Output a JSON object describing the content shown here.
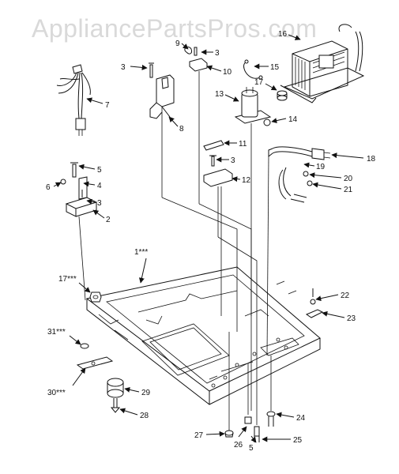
{
  "watermark": "AppliancePartsPros.com",
  "labels": {
    "l1": "1***",
    "l2": "2",
    "l3a": "3",
    "l3b": "3",
    "l3c": "3",
    "l3d": "3",
    "l4": "4",
    "l5a": "5",
    "l5b": "5",
    "l6": "6",
    "l7": "7",
    "l8": "8",
    "l9": "9",
    "l10": "10",
    "l11": "11",
    "l12": "12",
    "l13": "13",
    "l14": "14",
    "l15": "15",
    "l16": "16",
    "l17": "17",
    "l17b": "17***",
    "l18": "18",
    "l19": "19",
    "l20": "20",
    "l21": "21",
    "l22": "22",
    "l23": "23",
    "l24": "24",
    "l25": "25",
    "l26": "26",
    "l27": "27",
    "l28": "28",
    "l29": "29",
    "l30": "30***",
    "l31": "31***"
  }
}
